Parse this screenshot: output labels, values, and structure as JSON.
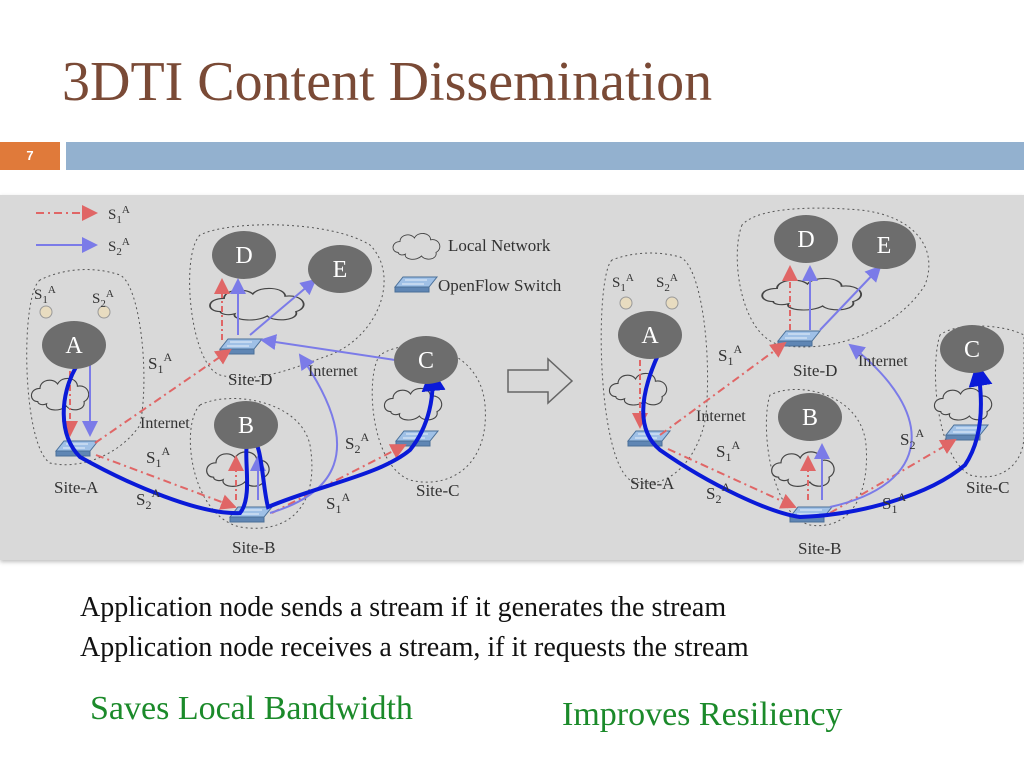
{
  "title": "3DTI Content Dissemination",
  "slide_number": "7",
  "diagram": {
    "legend": {
      "s1": "S1A",
      "s2": "S2A",
      "local_network": "Local Network",
      "openflow_switch": "OpenFlow Switch"
    },
    "nodes": [
      "A",
      "B",
      "C",
      "D",
      "E"
    ],
    "sites": [
      "Site-A",
      "Site-B",
      "Site-C",
      "Site-D"
    ],
    "internet": "Internet",
    "stream_s1": "S1A",
    "stream_s2": "S2A",
    "colors": {
      "s1": "#e06666",
      "s2": "#7b7be8",
      "route": "#0a1ad8",
      "node": "#6d6d6d"
    }
  },
  "bullets": [
    "Application node sends a stream if it generates the stream",
    "Application node receives a stream, if it requests the stream"
  ],
  "callouts": {
    "left": "Saves Local Bandwidth",
    "right": "Improves Resiliency"
  }
}
